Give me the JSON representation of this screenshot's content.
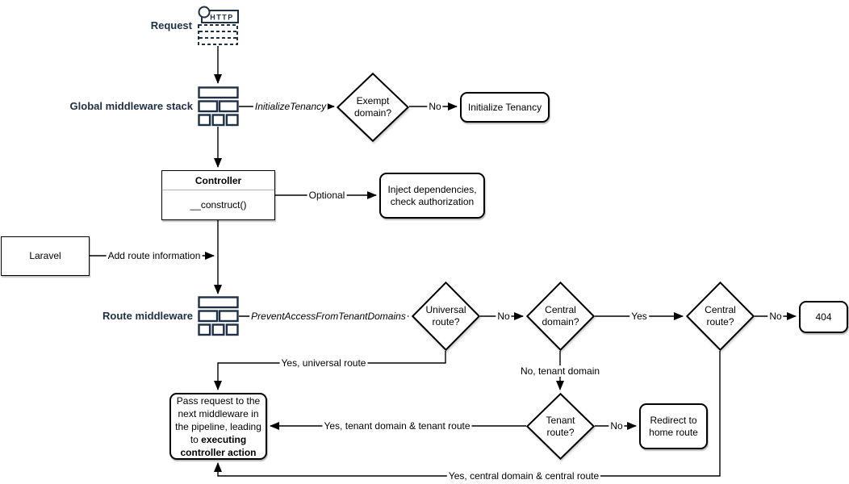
{
  "nodes": {
    "request": {
      "label": "Request",
      "icon_text": "HTTP"
    },
    "global_middleware": {
      "label": "Global middleware stack"
    },
    "exempt_domain": {
      "label": "Exempt domain?"
    },
    "initialize_tenancy": {
      "label": "Initialize Tenancy"
    },
    "controller": {
      "title": "Controller",
      "method": "__construct()"
    },
    "inject_dependencies": {
      "label": "Inject dependencies, check authorization"
    },
    "laravel": {
      "label": "Laravel"
    },
    "route_middleware": {
      "label": "Route middleware"
    },
    "universal_route": {
      "label": "Universal route?"
    },
    "central_domain": {
      "label": "Central domain?"
    },
    "central_route": {
      "label": "Central route?"
    },
    "not_found": {
      "label": "404"
    },
    "tenant_route": {
      "label": "Tenant route?"
    },
    "redirect_home": {
      "label": "Redirect to home route"
    },
    "pass_request": {
      "text_normal": "Pass request to the next middleware in the pipeline, leading to ",
      "text_bold": "executing controller action"
    }
  },
  "edges": {
    "initialize_tenancy_label": "InitializeTenancy",
    "exempt_no": "No",
    "optional": "Optional",
    "add_route_info": "Add route information",
    "prevent_access_label": "PreventAccessFromTenantDomains",
    "universal_no": "No",
    "central_domain_yes": "Yes",
    "central_route_no": "No",
    "yes_universal_route": "Yes, universal route",
    "no_tenant_domain": "No, tenant domain",
    "tenant_no": "No",
    "yes_tenant_route": "Yes, tenant domain & tenant route",
    "yes_central_route": "Yes, central domain & central route"
  },
  "colors": {
    "navy": "#1f2f45",
    "black": "#000000",
    "white": "#ffffff"
  }
}
